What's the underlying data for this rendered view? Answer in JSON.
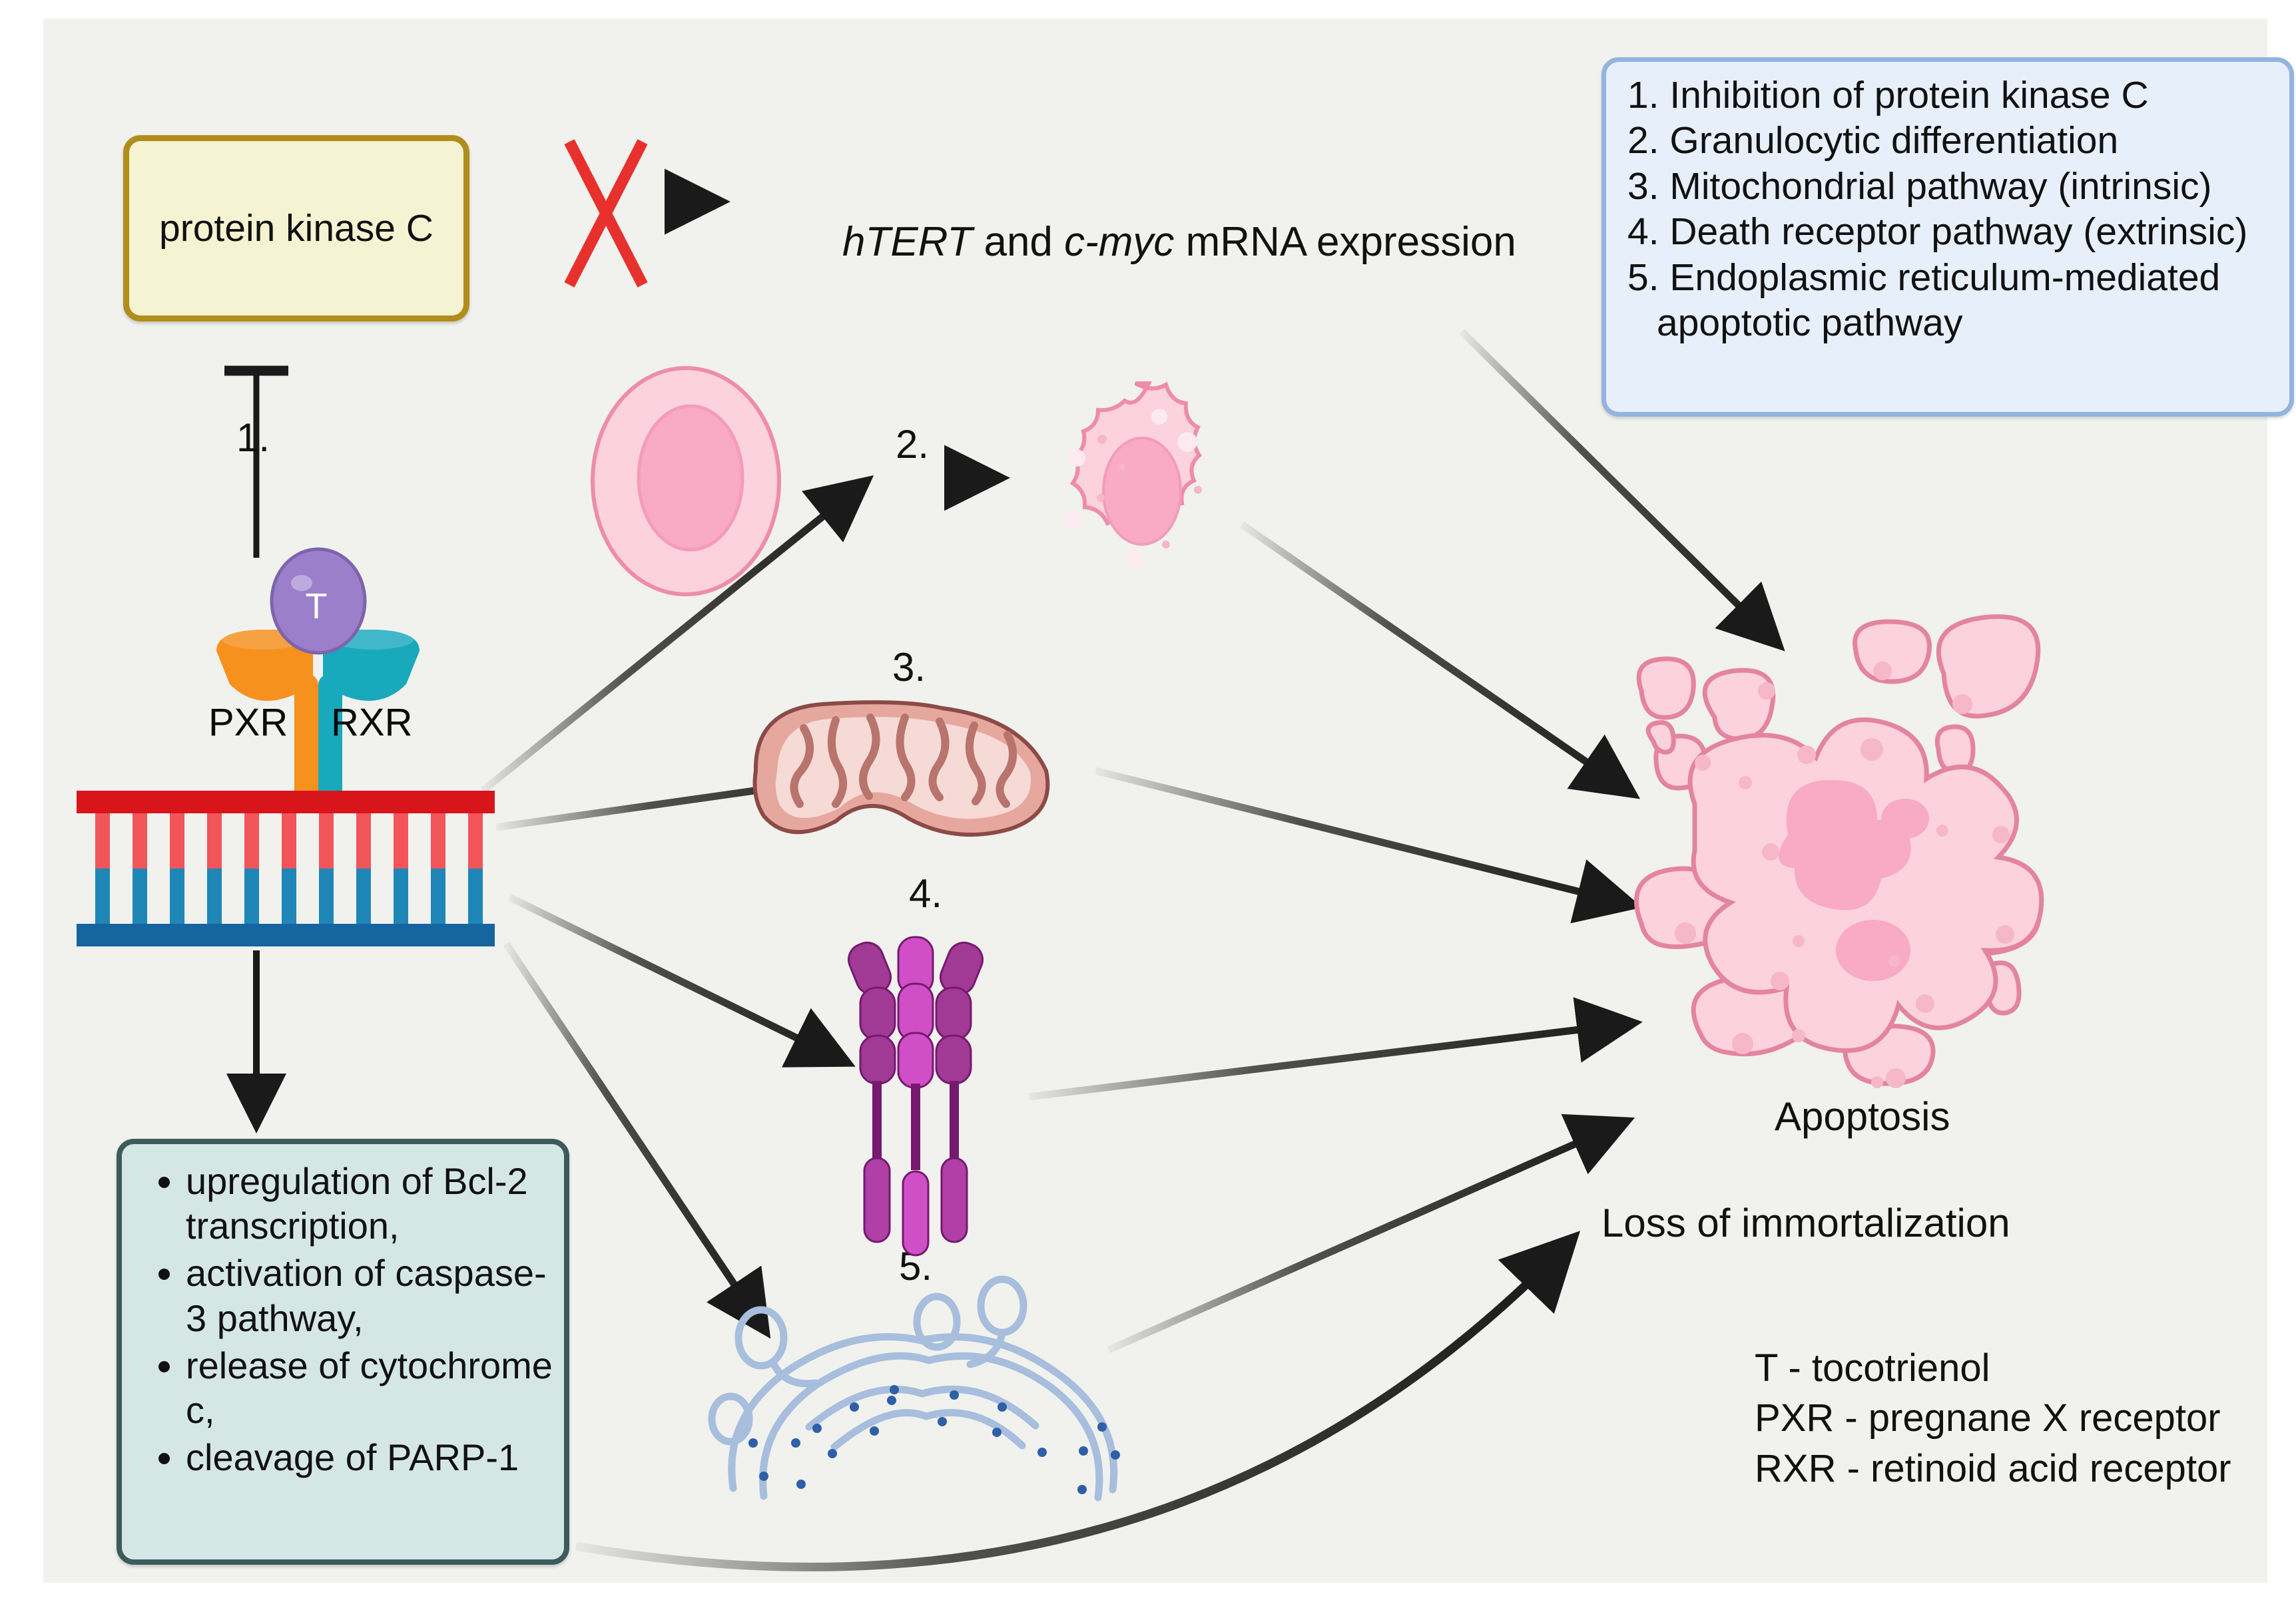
{
  "canvas": {
    "background": "#f1f2ee",
    "title": "Tocotrienol PXR/RXR signalling and apoptosis pathway diagram"
  },
  "pkc_box": {
    "label": "protein kinase C",
    "fill": "#f6f3d2",
    "border": "#b18e1c"
  },
  "legend_box": {
    "fill": "#e7effa",
    "border": "#93b4e0",
    "items": [
      "1. Inhibition of protein kinase C",
      "2. Granulocytic differentiation",
      "3. Mitochondrial pathway (intrinsic)",
      "4. Death receptor pathway (extrinsic)",
      "5. Endoplasmic reticulum-mediated apoptotic pathway"
    ]
  },
  "effects_box": {
    "fill": "#d5e7e4",
    "border": "#3d5b5b",
    "items": [
      "upregulation of Bcl-2 transcription,",
      "activation of caspase-3 pathway,",
      "release of cytochrome c,",
      "cleavage of PARP-1"
    ]
  },
  "receptor_complex": {
    "ligand_label": "T",
    "ligand_color": "#9b7fcb",
    "left_receptor_label": "PXR",
    "left_receptor_color": "#f6911e",
    "right_receptor_label": "RXR",
    "right_receptor_color": "#18a9bd",
    "dna_top_strand_color": "#d8151a",
    "dna_bottom_strand_color": "#1565a0",
    "dna_rung_top_color": "#f1555a",
    "dna_rung_bottom_color": "#1f86b8"
  },
  "mrna_text": {
    "gene_1": "hTERT",
    "connector": " and ",
    "gene_2": "c-myc",
    "tail": " mRNA expression",
    "blocked": true,
    "block_marker_color": "#e8312c"
  },
  "step_numbers": {
    "n1": "1.",
    "n2": "2.",
    "n3": "3.",
    "n4": "4.",
    "n5": "5."
  },
  "organelles": {
    "immature_cell": "immature-cell-icon",
    "granulocyte": "granulocyte-cell-icon",
    "mitochondrion": "mitochondrion-icon",
    "death_receptor": "death-receptor-icon",
    "endoplasmic_reticulum": "endoplasmic-reticulum-icon",
    "apoptotic_cell": "apoptotic-cell-icon"
  },
  "labels": {
    "apoptosis": "Apoptosis",
    "loss_of_immortalization": "Loss of immortalization"
  },
  "abbreviations": {
    "line_1": "T - tocotrienol",
    "line_2": "PXR - pregnane X receptor",
    "line_3": "RXR - retinoid acid receptor"
  }
}
